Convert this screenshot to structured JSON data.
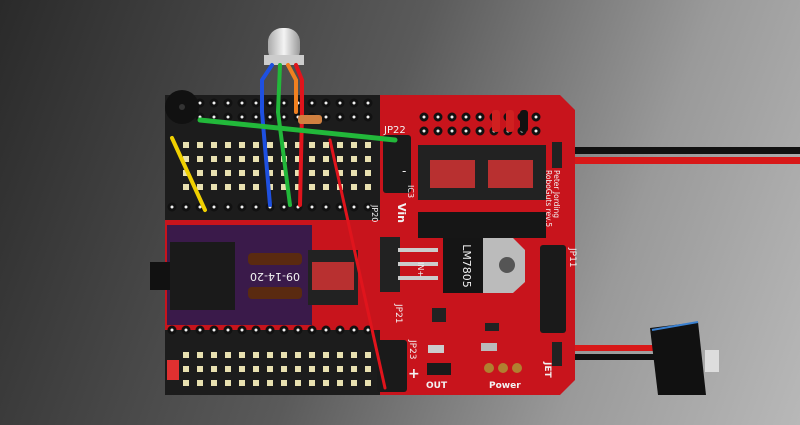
{
  "board": {
    "name": "RoboGuts rev.5",
    "author": "Peter Jording",
    "colors": {
      "pcb": "#c8141c",
      "perf": "#1a1a1a",
      "daughter": "#3a1a4a",
      "wire_green": "#22b83a",
      "wire_red": "#e0141c",
      "wire_yellow": "#f0d000",
      "wire_blue": "#1e50e0",
      "wire_orange": "#f08020"
    }
  },
  "labels": {
    "jp22": "JP22",
    "jp20": "JP20",
    "vin": "Vin",
    "ic3": "IC3",
    "regulator": "LM7805",
    "in_plus": "IN+",
    "jp21": "JP21",
    "jp23": "JP23",
    "jp11": "JP11",
    "out": "OUT",
    "power": "Power",
    "plus": "+",
    "minus": "-",
    "daughter_date": "09-14-20",
    "logo": "JET"
  }
}
